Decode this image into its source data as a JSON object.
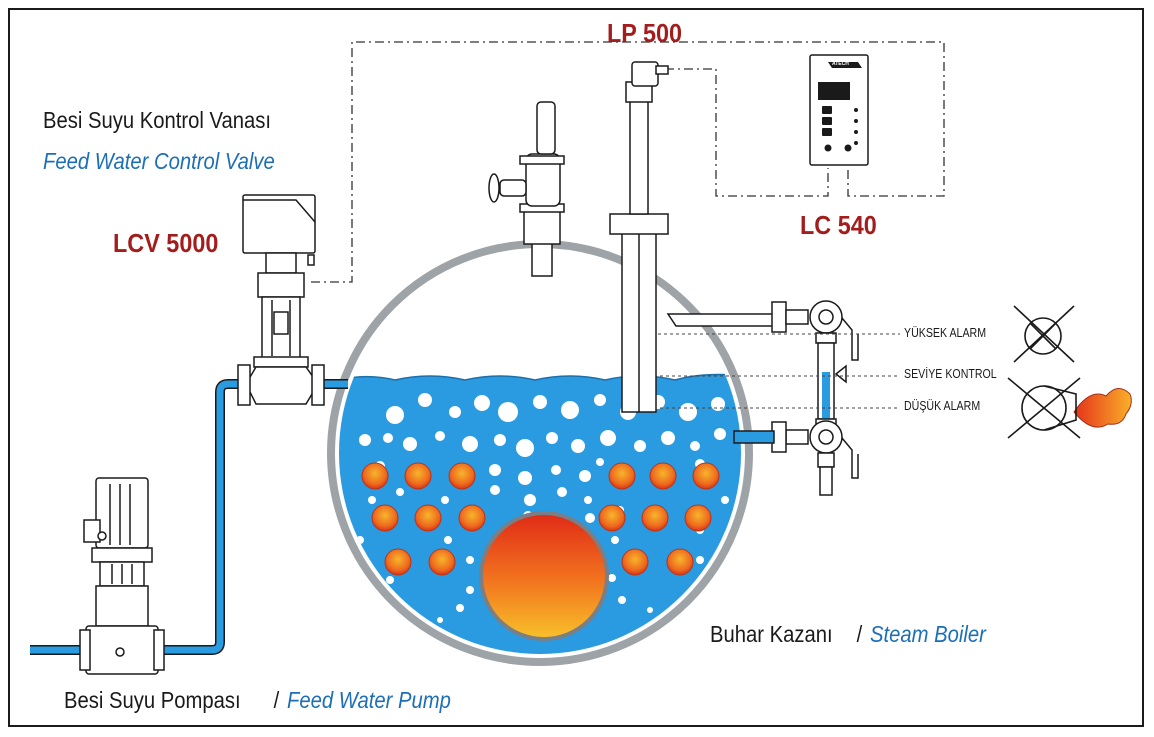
{
  "title": {
    "code_sensor": "LP 500"
  },
  "valve": {
    "label_tr": "Besi Suyu Kontrol Vanası",
    "label_en": "Feed Water Control Valve",
    "code": "LCV 5000"
  },
  "controller": {
    "code": "LC 540",
    "brand": "ATECH"
  },
  "pump": {
    "label_tr": "Besi Suyu Pompası",
    "separator": " / ",
    "label_en": "Feed Water Pump"
  },
  "boiler": {
    "label_tr": "Buhar Kazanı",
    "separator": " / ",
    "label_en": "Steam Boiler"
  },
  "alarms": {
    "high": "YÜKSEK ALARM",
    "level": "SEVİYE KONTROL",
    "low": "DÜŞÜK ALARM"
  },
  "colors": {
    "water": "#2a9be0",
    "pipe": "#1c7fd0",
    "fire": "#e8441a",
    "shell": "#9ea3a8",
    "code_red": "#a41d1d",
    "english_blue": "#1c6fb6"
  }
}
